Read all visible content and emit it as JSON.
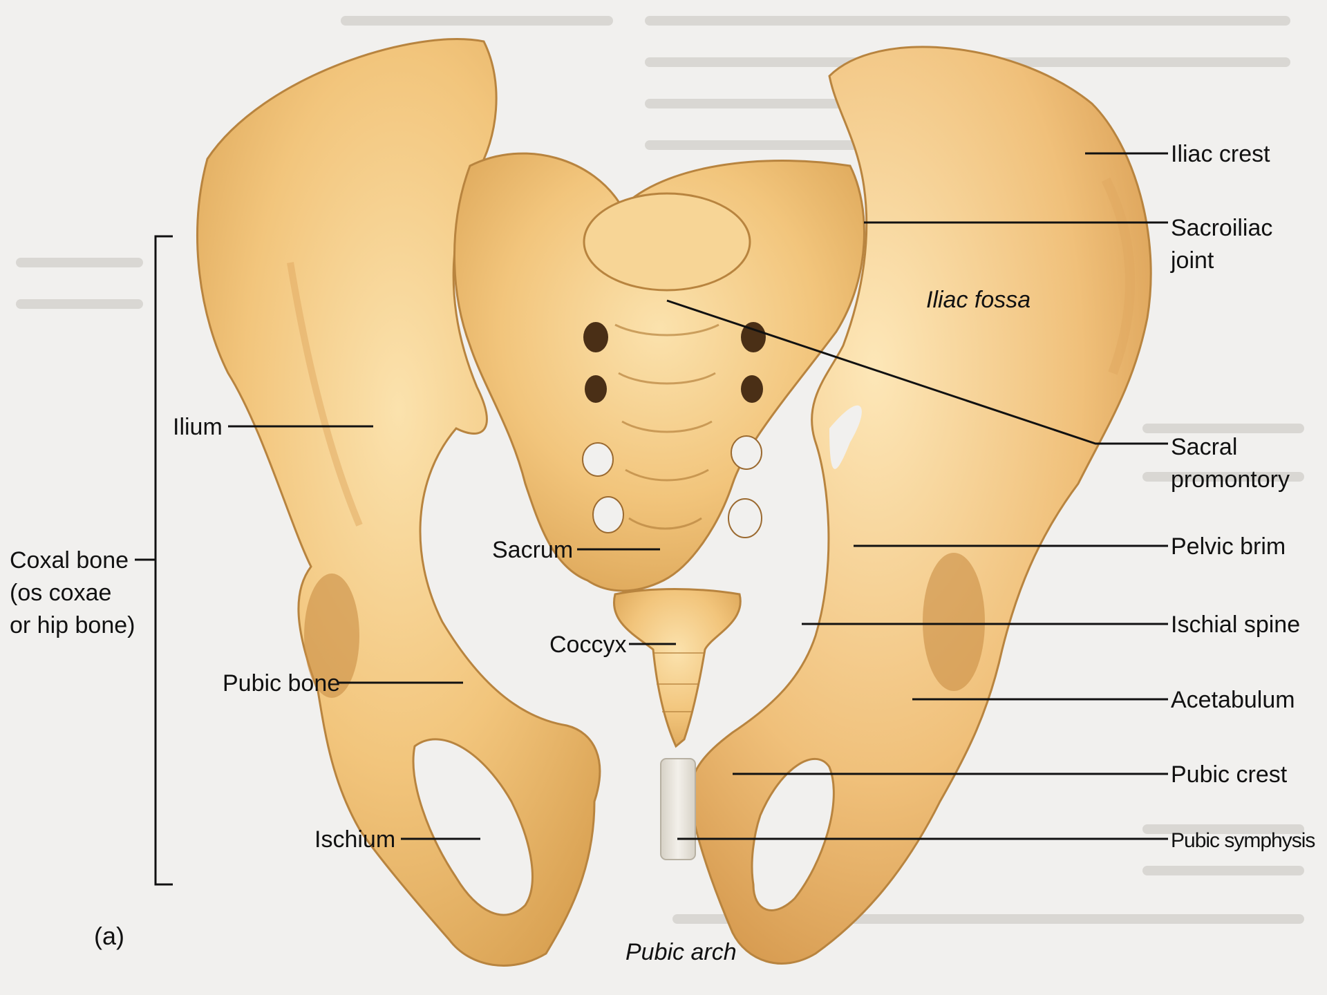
{
  "labels": {
    "iliac_crest": "Iliac crest",
    "sacroiliac_joint_1": "Sacroiliac",
    "sacroiliac_joint_2": "joint",
    "iliac_fossa": "Iliac fossa",
    "sacral_promontory_1": "Sacral",
    "sacral_promontory_2": "promontory",
    "pelvic_brim": "Pelvic brim",
    "ischial_spine": "Ischial spine",
    "acetabulum": "Acetabulum",
    "pubic_crest": "Pubic crest",
    "pubic_symphysis": "Pubic symphysis",
    "ilium": "Ilium",
    "sacrum": "Sacrum",
    "coccyx": "Coccyx",
    "coxal_bone_1": "Coxal bone",
    "coxal_bone_2": "(os coxae",
    "coxal_bone_3": "or hip bone)",
    "pubic_bone": "Pubic bone",
    "ischium": "Ischium",
    "pubic_arch": "Pubic arch",
    "figure_part": "(a)"
  },
  "colors": {
    "page_background": "#f1f0ee",
    "bone": "#f2c57c",
    "bone_shadow": "#d9a152",
    "bone_highlight": "#fbe2ad",
    "cartilage": "#e8e4dc",
    "leader_line": "#111111"
  }
}
